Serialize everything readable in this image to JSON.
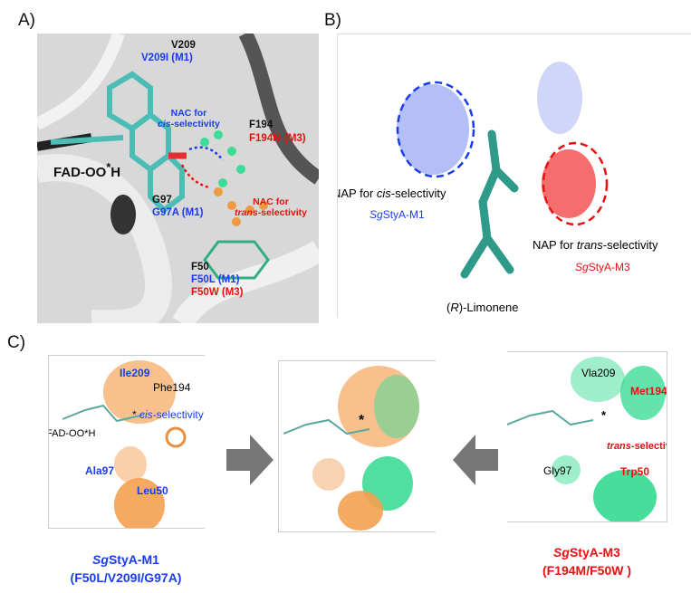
{
  "panels": {
    "a": "A)",
    "b": "B)",
    "c": "C)"
  },
  "panel_a": {
    "v209": "V209",
    "v209i": "V209I (M1)",
    "nac_cis_1": "NAC for",
    "nac_cis_2": "cis",
    "nac_cis_3": "-selectivity",
    "f194": "F194",
    "f194m": "F194M (M3)",
    "fad": "FAD-OO",
    "fad_sup": "*",
    "fad_h": "H",
    "g97": "G97",
    "g97a": "G97A (M1)",
    "nac_trans_1": "NAC for",
    "nac_trans_2": "trans",
    "nac_trans_3": "-selectivity",
    "f50": "F50",
    "f50l": "F50L (M1)",
    "f50w": "F50W (M3)"
  },
  "panel_b": {
    "nap_cis_1": "NAP for ",
    "nap_cis_2": "cis",
    "nap_cis_3": "-selectivity",
    "m1_1": "Sg",
    "m1_2": "StyA-M1",
    "nap_trans_1": "NAP for ",
    "nap_trans_2": "trans",
    "nap_trans_3": "-selectivity",
    "m3_1": "Sg",
    "m3_2": "StyA-M3",
    "lim_1": "(",
    "lim_2": "R",
    "lim_3": ")-Limonene"
  },
  "panel_c": {
    "left": {
      "ile": "Ile209",
      "phe": "Phe194",
      "star": "*",
      "cis_1": "cis",
      "cis_2": "-selectivity",
      "fad": "FAD-OO*H",
      "ala": "Ala97",
      "leu": "Leu50",
      "title_1": "Sg",
      "title_2": "StyA-M1",
      "subtitle": "(F50L/V209I/G97A)"
    },
    "middle": {
      "star": "*"
    },
    "right": {
      "vla": "Vla209",
      "met": "Met194",
      "star": "*",
      "trans_1": "trans",
      "trans_2": "-selectivity",
      "gly": "Gly97",
      "trp": "Trp50",
      "title_1": "Sg",
      "title_2": "StyA-M3",
      "subtitle": "(F194M/F50W )"
    }
  },
  "colors": {
    "blue": "#1a3cf0",
    "red": "#e81010",
    "orange": "#f5a050",
    "green": "#3ddc97",
    "teal": "#3aa6a0"
  }
}
